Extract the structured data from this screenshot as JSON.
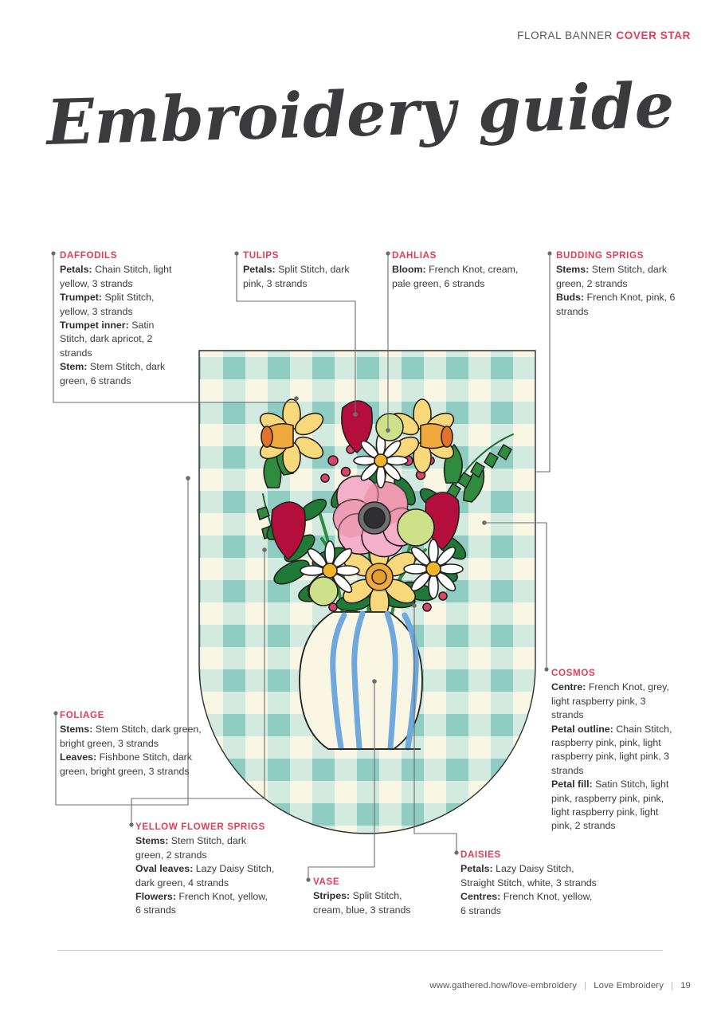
{
  "header": {
    "prefix": "FLORAL BANNER",
    "accent": "COVER STAR"
  },
  "title": "Embroidery guide",
  "colors": {
    "accent_pink": "#e23d5a",
    "text": "#3c3c3e",
    "gingham_cream": "#faf6e4",
    "gingham_light_teal": "#b9ded6",
    "gingham_teal": "#8fccc2",
    "vase_blue": "#6fa8dc",
    "tulip_red": "#b40f3c",
    "daffodil_yellow": "#f7d87a",
    "leaf_green": "#1f7a38"
  },
  "labels": [
    {
      "id": "daffodils",
      "head": "DAFFODILS",
      "lines": [
        {
          "term": "Petals:",
          "text": " Chain Stitch, light yellow, 3 strands"
        },
        {
          "term": "Trumpet:",
          "text": " Split Stitch, yellow, 3 strands"
        },
        {
          "term": "Trumpet inner:",
          "text": " Satin Stitch, dark apricot, 2 strands"
        },
        {
          "term": "Stem:",
          "text": " Stem Stitch, dark green, 6 strands"
        }
      ]
    },
    {
      "id": "tulips",
      "head": "TULIPS",
      "lines": [
        {
          "term": "Petals:",
          "text": " Split Stitch, dark pink, 3 strands"
        }
      ]
    },
    {
      "id": "dahlias",
      "head": "DAHLIAS",
      "lines": [
        {
          "term": "Bloom:",
          "text": " French Knot, cream, pale green, 6 strands"
        }
      ]
    },
    {
      "id": "budding",
      "head": "BUDDING SPRIGS",
      "lines": [
        {
          "term": "Stems:",
          "text": " Stem Stitch, dark green, 2 strands"
        },
        {
          "term": "Buds:",
          "text": " French Knot, pink, 6 strands"
        }
      ]
    },
    {
      "id": "cosmos",
      "head": "COSMOS",
      "lines": [
        {
          "term": "Centre:",
          "text": " French Knot, grey, light raspberry pink, 3 strands"
        },
        {
          "term": "Petal outline:",
          "text": " Chain Stitch, raspberry pink, pink, light raspberry pink, light pink, 3 strands"
        },
        {
          "term": "Petal fill:",
          "text": " Satin Stitch, light pink, raspberry pink, pink, light raspberry pink, light pink, 2 strands"
        }
      ]
    },
    {
      "id": "foliage",
      "head": "FOLIAGE",
      "lines": [
        {
          "term": "Stems:",
          "text": " Stem Stitch, dark green, bright green, 3 strands"
        },
        {
          "term": "Leaves:",
          "text": " Fishbone Stitch, dark green, bright green, 3 strands"
        }
      ]
    },
    {
      "id": "yellow",
      "head": "YELLOW FLOWER SPRIGS",
      "lines": [
        {
          "term": "Stems:",
          "text": " Stem Stitch, dark green, 2 strands"
        },
        {
          "term": "Oval leaves:",
          "text": " Lazy Daisy Stitch, dark green, 4 strands"
        },
        {
          "term": "Flowers:",
          "text": " French Knot, yellow, 6 strands"
        }
      ]
    },
    {
      "id": "vase",
      "head": "VASE",
      "lines": [
        {
          "term": "Stripes:",
          "text": " Split Stitch, cream, blue, 3 strands"
        }
      ]
    },
    {
      "id": "daisies",
      "head": "DAISIES",
      "lines": [
        {
          "term": "Petals:",
          "text": " Lazy Daisy Stitch, Straight Stitch, white, 3 strands"
        },
        {
          "term": "Centres:",
          "text": " French Knot, yellow, 6 strands"
        }
      ]
    }
  ],
  "footer": {
    "url": "www.gathered.how/love-embroidery",
    "magazine": "Love Embroidery",
    "page": "19"
  }
}
